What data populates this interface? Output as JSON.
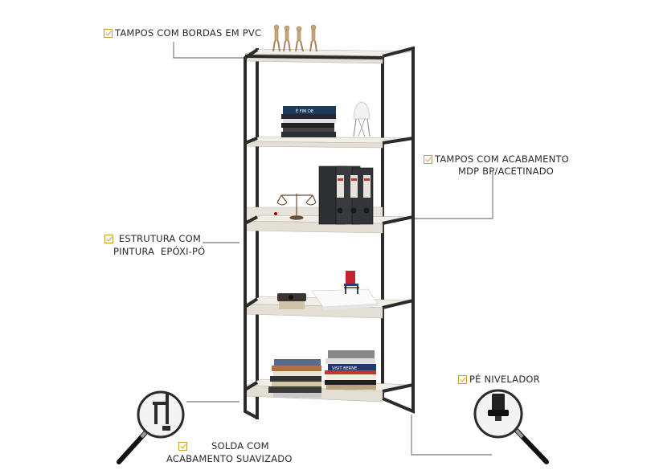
{
  "callouts": {
    "tampos_pvc": "TAMPOS COM BORDAS EM PVC",
    "acabamento_line1": "TAMPOS COM ACABAMENTO",
    "acabamento_line2": "MDP BP/ACETINADO",
    "estrutura_line1": "ESTRUTURA COM",
    "estrutura_line2": "PINTURA  EPÓXI-PÓ",
    "solda_line1": "SOLDA COM",
    "solda_line2": "ACABAMENTO SUAVIZADO",
    "pe_nivelador": "PÉ NIVELADOR"
  },
  "book_titles": {
    "top_stack": "É FIM DE",
    "middle_stack": "VISIT BERNE"
  },
  "colors": {
    "frame": "#2b2b2b",
    "shelf": "#ece9e1",
    "check": "#c9a227",
    "leader_line": "#555555"
  }
}
